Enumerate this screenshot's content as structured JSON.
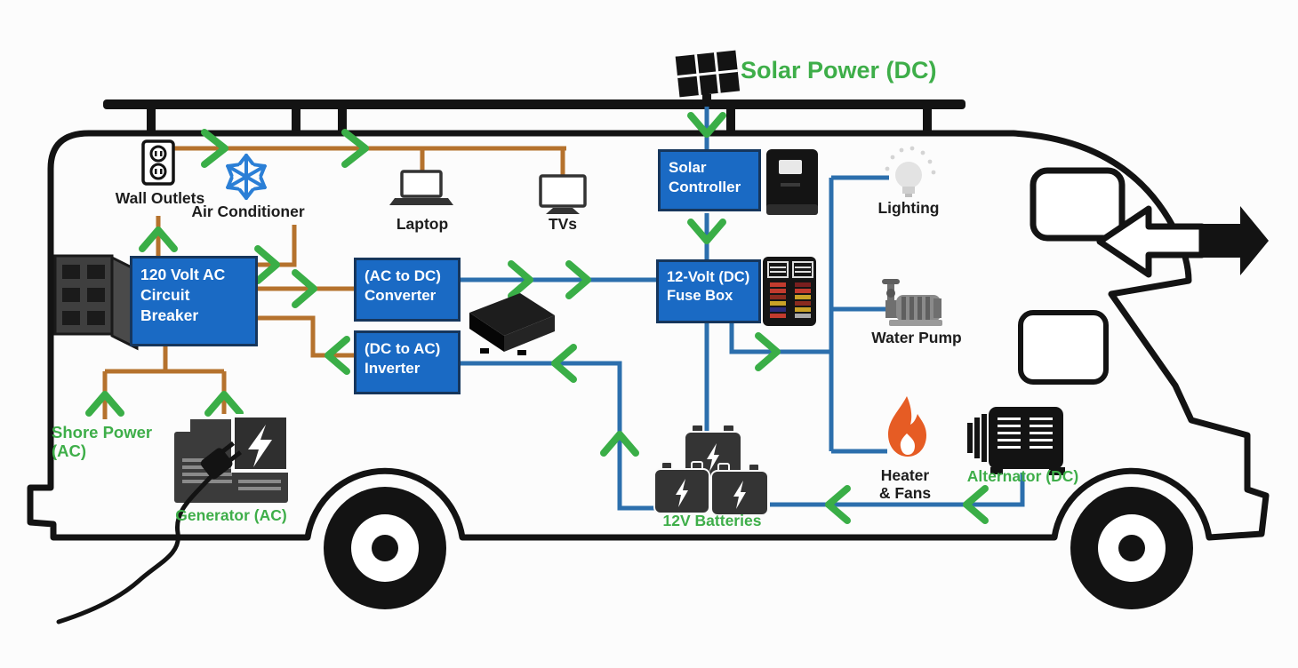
{
  "nodes": {
    "solar_power": {
      "label": "Solar Power (DC)"
    },
    "solar_controller": {
      "lines": [
        "Solar",
        "Controller"
      ]
    },
    "fuse_box": {
      "lines": [
        "12-Volt (DC)",
        "Fuse Box"
      ]
    },
    "converter": {
      "lines": [
        "(AC to DC)",
        "Converter"
      ]
    },
    "inverter": {
      "lines": [
        "(DC to AC)",
        "Inverter"
      ]
    },
    "circuit_breaker": {
      "lines": [
        "120 Volt AC",
        "Circuit",
        "Breaker"
      ]
    },
    "wall_outlets": {
      "label": "Wall Outlets"
    },
    "air_conditioner": {
      "label": "Air Conditioner"
    },
    "laptop": {
      "label": "Laptop"
    },
    "tvs": {
      "label": "TVs"
    },
    "lighting": {
      "label": "Lighting"
    },
    "water_pump": {
      "label": "Water Pump"
    },
    "heater_fans": {
      "lines": [
        "Heater",
        "& Fans"
      ]
    },
    "batteries": {
      "label": "12V Batteries"
    },
    "alternator": {
      "label": "Alternator (DC)"
    },
    "generator": {
      "label": "Generator (AC)"
    },
    "shore_power": {
      "lines": [
        "Shore Power",
        "(AC)"
      ]
    }
  },
  "colors": {
    "box_blue": "#1a6ac4",
    "box_border": "#16365c",
    "wire_orange": "#b5722d",
    "wire_dc_blue": "#2c6fad",
    "arrow_green": "#3aae47",
    "label_green": "#3eae49",
    "flame_orange": "#e65c24",
    "snowflake_blue": "#2b7fd6",
    "outline_black": "#131313"
  }
}
